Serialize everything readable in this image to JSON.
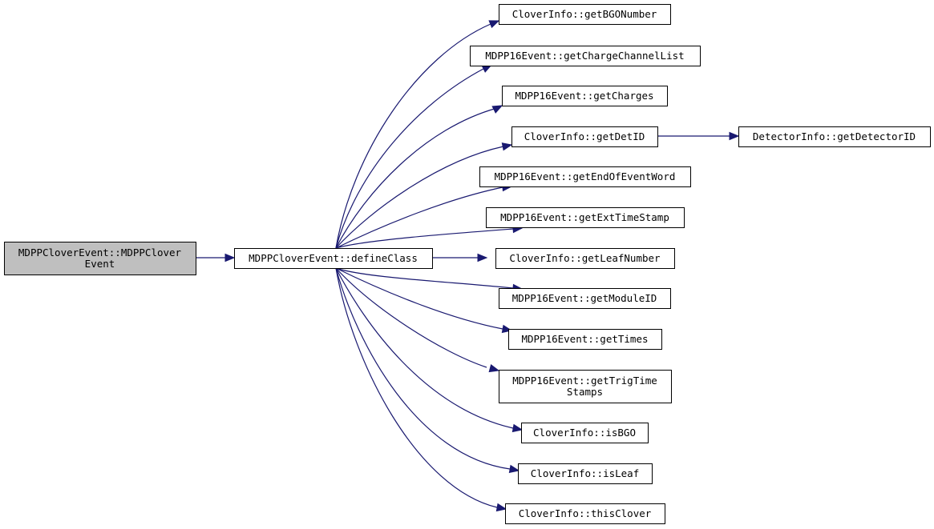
{
  "graph": {
    "root": {
      "lines": [
        "MDPPCloverEvent::MDPPClover",
        "Event"
      ]
    },
    "define_class": {
      "lines": [
        "MDPPCloverEvent::defineClass"
      ]
    },
    "callees": [
      {
        "lines": [
          "CloverInfo::getBGONumber"
        ]
      },
      {
        "lines": [
          "MDPP16Event::getChargeChannelList"
        ]
      },
      {
        "lines": [
          "MDPP16Event::getCharges"
        ]
      },
      {
        "lines": [
          "CloverInfo::getDetID"
        ]
      },
      {
        "lines": [
          "MDPP16Event::getEndOfEventWord"
        ]
      },
      {
        "lines": [
          "MDPP16Event::getExtTimeStamp"
        ]
      },
      {
        "lines": [
          "CloverInfo::getLeafNumber"
        ]
      },
      {
        "lines": [
          "MDPP16Event::getModuleID"
        ]
      },
      {
        "lines": [
          "MDPP16Event::getTimes"
        ]
      },
      {
        "lines": [
          "MDPP16Event::getTrigTime",
          "Stamps"
        ]
      },
      {
        "lines": [
          "CloverInfo::isBGO"
        ]
      },
      {
        "lines": [
          "CloverInfo::isLeaf"
        ]
      },
      {
        "lines": [
          "CloverInfo::thisClover"
        ]
      }
    ],
    "detector_info": {
      "lines": [
        "DetectorInfo::getDetectorID"
      ]
    },
    "colors": {
      "edge": "#191970",
      "root_fill": "#bfbfbf",
      "node_fill": "#ffffff",
      "border": "#000000"
    }
  }
}
